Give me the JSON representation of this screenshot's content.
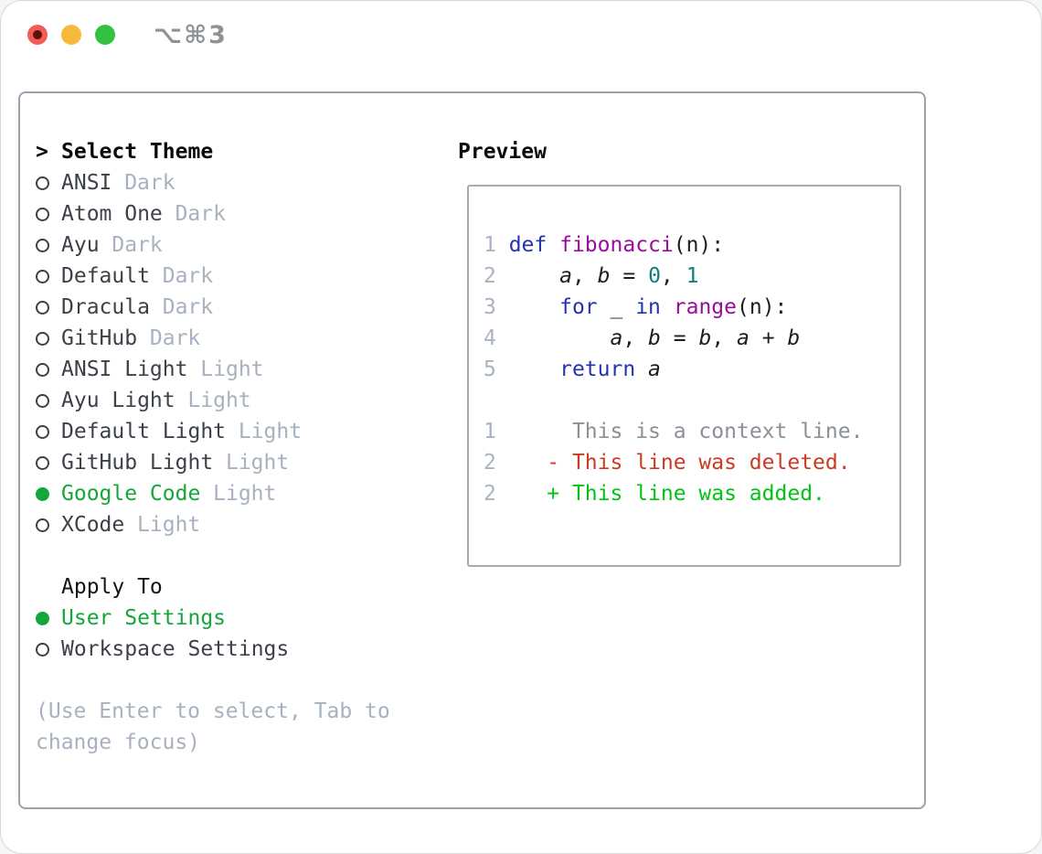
{
  "titlebar": {
    "title": "⌥⌘3",
    "buttons": [
      "close",
      "minimize",
      "zoom"
    ]
  },
  "colors": {
    "accent_green": "#14a63a",
    "muted_gray": "#a7b1bf",
    "text_dark": "#3c4149",
    "panel_border": "#99a3ae",
    "keyword_blue": "#2433b0",
    "function_purple": "#990c9e",
    "number_teal": "#0e7e80",
    "diff_deleted_red": "#c93b22",
    "diff_added_green": "#02c214",
    "traffic_red": "#f25c55",
    "traffic_yellow": "#f7b83b",
    "traffic_green": "#33c140"
  },
  "theme_list": {
    "prompt": ">",
    "header": "Select Theme",
    "items": [
      {
        "name": "ANSI",
        "variant": "Dark",
        "selected": false
      },
      {
        "name": "Atom One",
        "variant": "Dark",
        "selected": false
      },
      {
        "name": "Ayu",
        "variant": "Dark",
        "selected": false
      },
      {
        "name": "Default",
        "variant": "Dark",
        "selected": false
      },
      {
        "name": "Dracula",
        "variant": "Dark",
        "selected": false
      },
      {
        "name": "GitHub",
        "variant": "Dark",
        "selected": false
      },
      {
        "name": "ANSI Light",
        "variant": "Light",
        "selected": false
      },
      {
        "name": "Ayu Light",
        "variant": "Light",
        "selected": false
      },
      {
        "name": "Default Light",
        "variant": "Light",
        "selected": false
      },
      {
        "name": "GitHub Light",
        "variant": "Light",
        "selected": false
      },
      {
        "name": "Google Code",
        "variant": "Light",
        "selected": true
      },
      {
        "name": "XCode",
        "variant": "Light",
        "selected": false
      }
    ]
  },
  "apply_to": {
    "header": "Apply To",
    "items": [
      {
        "name": "User Settings",
        "selected": true
      },
      {
        "name": "Workspace Settings",
        "selected": false
      }
    ]
  },
  "help": {
    "lines": [
      "(Use Enter to select, Tab to",
      "change focus)"
    ]
  },
  "preview": {
    "header": "Preview",
    "code_lines": [
      {
        "number": "1",
        "tokens": [
          {
            "t": "def",
            "c": "kw"
          },
          {
            "t": " "
          },
          {
            "t": "fibonacci",
            "c": "fn"
          },
          {
            "t": "(n):"
          }
        ]
      },
      {
        "number": "2",
        "tokens": [
          {
            "t": "    "
          },
          {
            "t": "a",
            "c": "var"
          },
          {
            "t": ", "
          },
          {
            "t": "b",
            "c": "var"
          },
          {
            "t": " = "
          },
          {
            "t": "0",
            "c": "num"
          },
          {
            "t": ", "
          },
          {
            "t": "1",
            "c": "num"
          }
        ]
      },
      {
        "number": "3",
        "tokens": [
          {
            "t": "    "
          },
          {
            "t": "for",
            "c": "kw"
          },
          {
            "t": " _ "
          },
          {
            "t": "in",
            "c": "kw"
          },
          {
            "t": " "
          },
          {
            "t": "range",
            "c": "fn"
          },
          {
            "t": "(n):"
          }
        ]
      },
      {
        "number": "4",
        "tokens": [
          {
            "t": "        "
          },
          {
            "t": "a",
            "c": "var"
          },
          {
            "t": ", "
          },
          {
            "t": "b",
            "c": "var"
          },
          {
            "t": " = "
          },
          {
            "t": "b",
            "c": "var"
          },
          {
            "t": ", "
          },
          {
            "t": "a",
            "c": "var"
          },
          {
            "t": " + "
          },
          {
            "t": "b",
            "c": "var"
          }
        ]
      },
      {
        "number": "5",
        "tokens": [
          {
            "t": "    "
          },
          {
            "t": "return",
            "c": "kw"
          },
          {
            "t": " "
          },
          {
            "t": "a",
            "c": "var"
          }
        ]
      },
      {
        "number": "",
        "tokens": []
      },
      {
        "number": "1",
        "tokens": [
          {
            "t": "     "
          },
          {
            "t": "This is a context line.",
            "c": "ctx"
          }
        ]
      },
      {
        "number": "2",
        "tokens": [
          {
            "t": "   "
          },
          {
            "t": "- This line was deleted.",
            "c": "del"
          }
        ]
      },
      {
        "number": "2",
        "tokens": [
          {
            "t": "   "
          },
          {
            "t": "+ This line was added.",
            "c": "add"
          }
        ]
      }
    ]
  }
}
